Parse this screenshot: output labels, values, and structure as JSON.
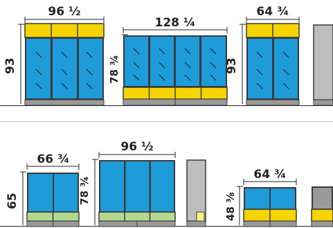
{
  "colors": {
    "door_glass": "#1e9bd9",
    "header_yellow": "#f5d400",
    "drawer_green": "#b3d98f",
    "frame": "#3a3a3a",
    "cabinet_grey": "#bdbdbd",
    "base_grey": "#9a9a9a",
    "small_yellow": "#fff27a",
    "line": "#222222",
    "divider": "#cccccc"
  },
  "row1": {
    "unit_a": {
      "width_label": "96 ½",
      "height_label": "93"
    },
    "unit_b": {
      "width_label": "128 ¼",
      "height_label": "78 ¾"
    },
    "unit_c": {
      "width_label": "64 ¾",
      "height_label": "93"
    }
  },
  "row2": {
    "unit_d": {
      "width_label": "66 ¾",
      "height_label": "65"
    },
    "unit_e": {
      "width_label": "96 ½",
      "height_label": "78 ¾"
    },
    "unit_g": {
      "width_label": "64 ¾",
      "height_label": "48 ⅜"
    }
  }
}
